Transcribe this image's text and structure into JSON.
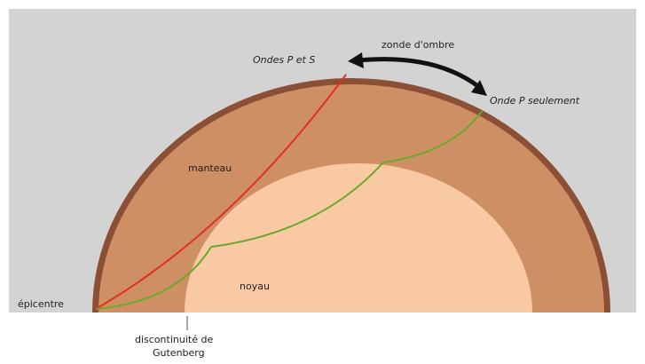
{
  "labels": {
    "waves_ps": "Ondes P et S",
    "shadow_zone": "zonde d'ombre",
    "wave_p_only": "Onde P seulement",
    "mantle": "manteau",
    "core": "noyau",
    "epicenter": "épicentre",
    "discontinuity_line1": "discontinuité de",
    "discontinuity_line2": "Gutenberg"
  },
  "colors": {
    "background": "#d3d3d3",
    "crust": "#8a4f34",
    "mantle": "#cf8f65",
    "core": "#f9c9a3",
    "ray_ps": "#e0301e",
    "ray_p": "#6aa82a",
    "arrow": "#111111"
  }
}
